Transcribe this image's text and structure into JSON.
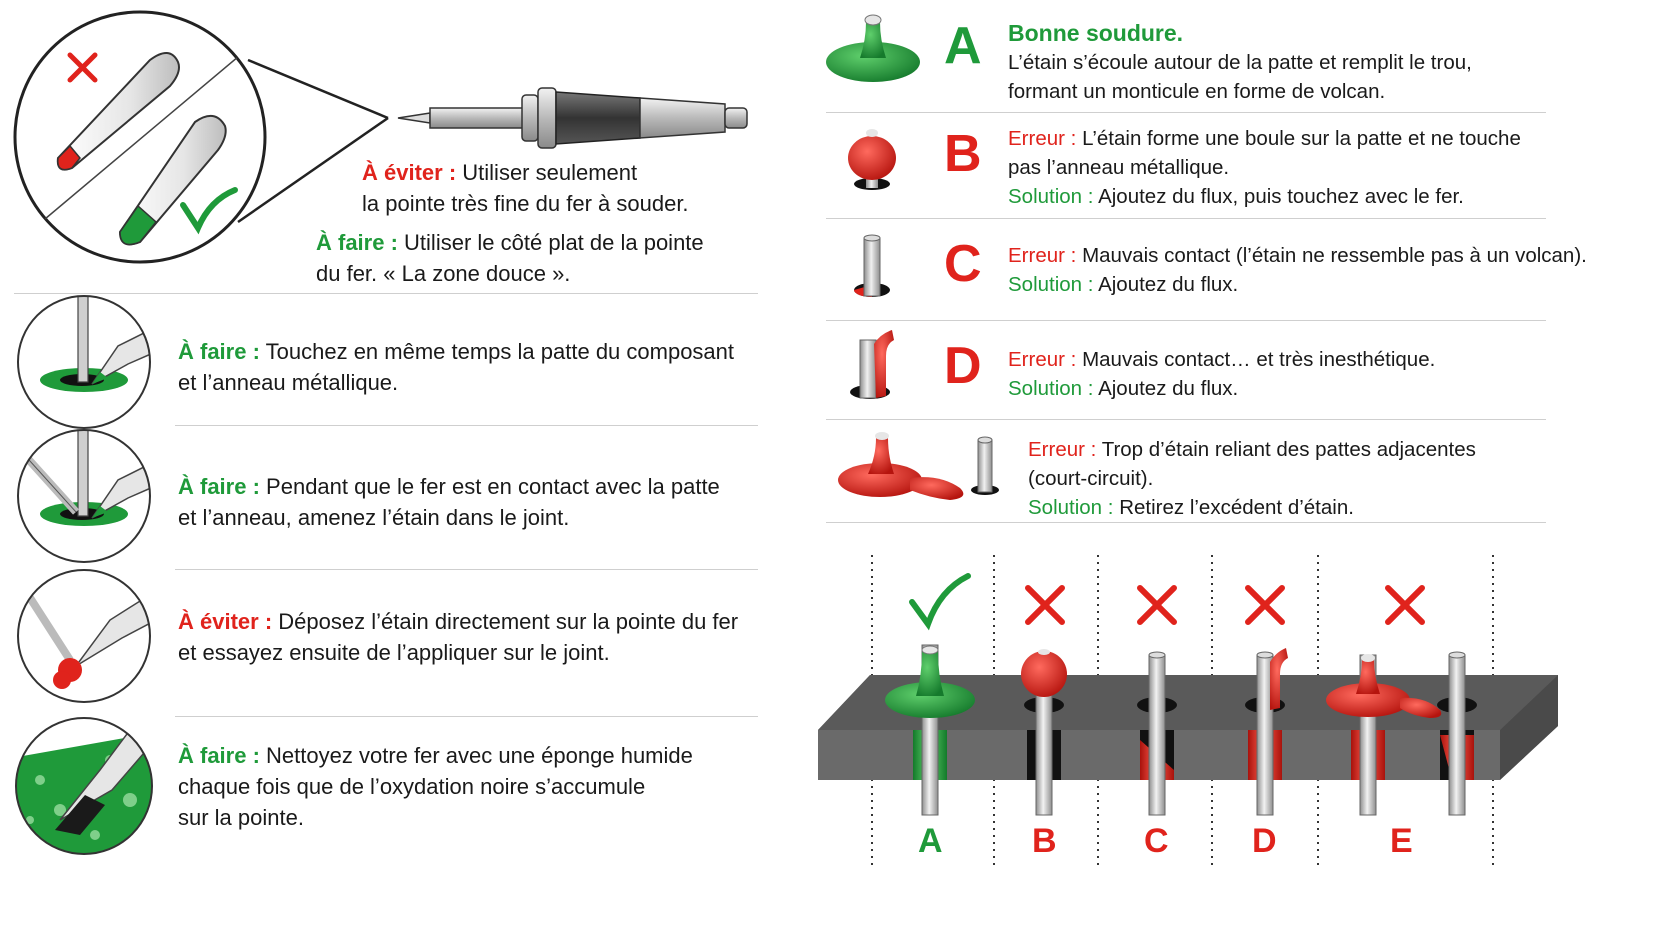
{
  "colors": {
    "green": "#1f9a3a",
    "red": "#e0231c",
    "board": "#6e6e6e",
    "pin": "#c8c8c8"
  },
  "top": {
    "avoid_label": "À éviter :",
    "avoid_text_1": "Utiliser seulement",
    "avoid_text_2": "la pointe très fine du fer à souder.",
    "do_label": "À faire :",
    "do_text_1": "Utiliser le côté plat de la pointe",
    "do_text_2": "du fer. « La zone douce »."
  },
  "steps": [
    {
      "label": "À faire :",
      "line1": "Touchez en même temps la patte du composant",
      "line2": "et l’anneau métallique.",
      "line3": ""
    },
    {
      "label": "À faire :",
      "line1": "Pendant que le fer est en contact avec la patte",
      "line2": "et l’anneau, amenez l’étain dans le joint.",
      "line3": ""
    },
    {
      "label": "À éviter :",
      "line1": "Déposez l’étain directement sur la pointe du fer",
      "line2": "et essayez ensuite de l’appliquer sur le joint.",
      "line3": ""
    },
    {
      "label": "À faire :",
      "line1": "Nettoyez votre fer avec une éponge humide",
      "line2": "chaque fois que de l’oxydation noire s’accumule",
      "line3": "sur la pointe."
    }
  ],
  "defects": {
    "A": {
      "letter": "A",
      "title": "Bonne soudure.",
      "line1": "L’étain s’écoule autour de la patte et remplit le trou,",
      "line2": "formant un monticule en forme de volcan."
    },
    "B": {
      "letter": "B",
      "err_label": "Erreur :",
      "err1": "L’étain forme une boule sur la patte et ne touche",
      "err2": "pas l’anneau métallique.",
      "sol_label": "Solution :",
      "sol": "Ajoutez du flux, puis touchez avec le fer."
    },
    "C": {
      "letter": "C",
      "err_label": "Erreur :",
      "err1": "Mauvais contact (l’étain ne ressemble pas à un volcan).",
      "sol_label": "Solution :",
      "sol": "Ajoutez du flux."
    },
    "D": {
      "letter": "D",
      "err_label": "Erreur :",
      "err1": "Mauvais contact… et très inesthétique.",
      "sol_label": "Solution :",
      "sol": "Ajoutez du flux."
    },
    "E": {
      "err_label": "Erreur :",
      "err1": "Trop d’étain reliant des pattes adjacentes",
      "err2": "(court-circuit).",
      "sol_label": "Solution :",
      "sol": "Retirez l’excédent d’étain."
    }
  },
  "board_labels": [
    "A",
    "B",
    "C",
    "D",
    "E"
  ]
}
